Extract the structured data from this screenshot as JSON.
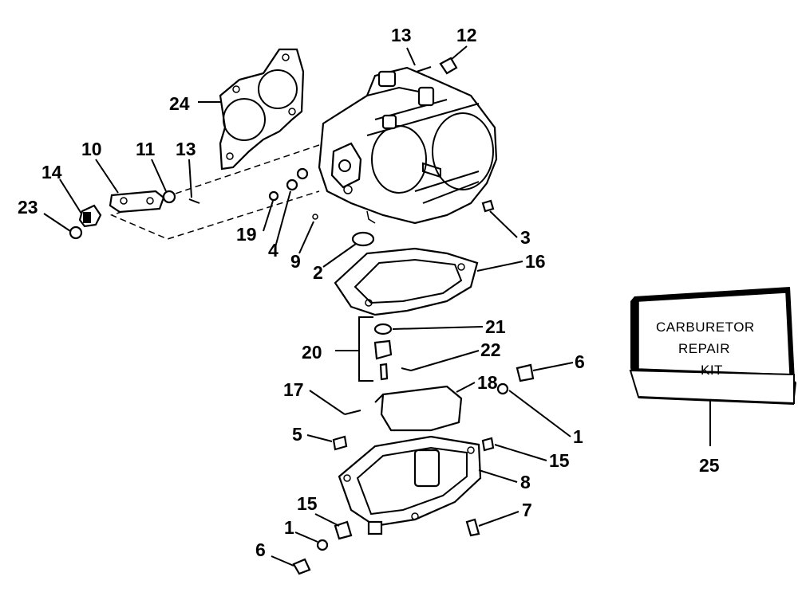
{
  "labels": {
    "n1a": "1",
    "n1b": "1",
    "n2": "2",
    "n3": "3",
    "n4": "4",
    "n5": "5",
    "n6a": "6",
    "n6b": "6",
    "n7": "7",
    "n8": "8",
    "n9": "9",
    "n10": "10",
    "n11": "11",
    "n12": "12",
    "n13a": "13",
    "n13b": "13",
    "n14": "14",
    "n15a": "15",
    "n15b": "15",
    "n16": "16",
    "n17": "17",
    "n18": "18",
    "n19": "19",
    "n20": "20",
    "n21": "21",
    "n22": "22",
    "n23": "23",
    "n24": "24",
    "n25": "25"
  },
  "kit_box": {
    "line1": "CARBURETOR",
    "line2": "REPAIR",
    "line3": "KIT"
  }
}
